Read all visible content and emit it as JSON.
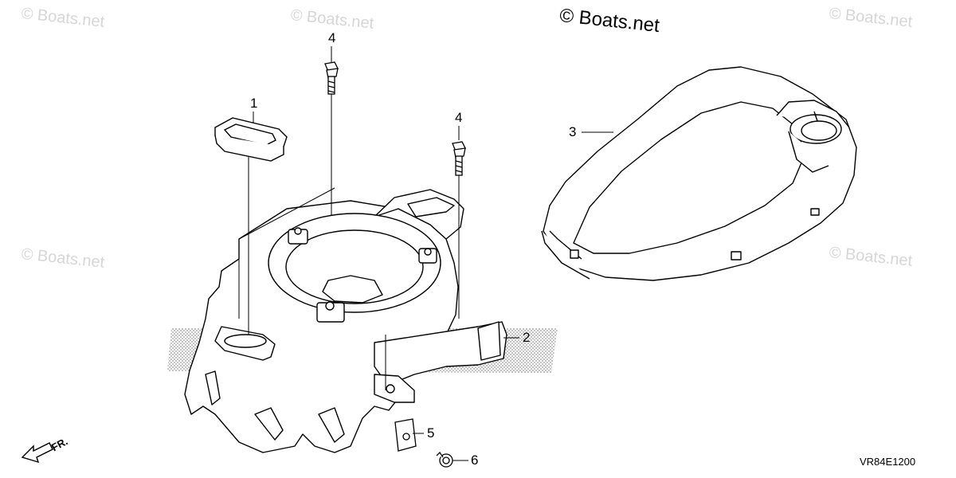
{
  "watermark": {
    "main_text": "© Boats.net",
    "faint_text": "© Boats.net"
  },
  "callouts": {
    "part1": "1",
    "part2": "2",
    "part3": "3",
    "part4_left": "4",
    "part4_right": "4",
    "part5": "5",
    "part6": "6"
  },
  "direction_label": "FR.",
  "diagram_code": "VR84E1200",
  "colors": {
    "line": "#000000",
    "watermark": "#d6d6d6",
    "hatch": "#9a9a9a"
  }
}
